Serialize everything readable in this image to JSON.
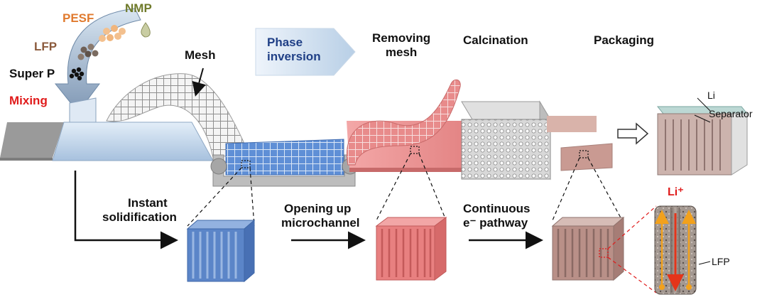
{
  "ingredients": {
    "nmp": "NMP",
    "pesf": "PESF",
    "lfp": "LFP",
    "super_p": "Super P",
    "mixing": "Mixing"
  },
  "stages": {
    "mesh": "Mesh",
    "phase_inversion_line1": "Phase",
    "phase_inversion_line2": "inversion",
    "removing_mesh_line1": "Removing",
    "removing_mesh_line2": "mesh",
    "calcination": "Calcination",
    "packaging": "Packaging"
  },
  "bottom_steps": {
    "instant_line1": "Instant",
    "instant_line2": "solidification",
    "opening_line1": "Opening up",
    "opening_line2": "microchannel",
    "continuous_line1": "Continuous",
    "continuous_line2": "e⁻ pathway"
  },
  "cell_labels": {
    "li": "Li",
    "separator": "Separator",
    "li_ion": "Li⁺",
    "lfp": "LFP"
  },
  "colors": {
    "pesf": "#e07a2e",
    "lfp": "#8b5a3c",
    "nmp": "#6f7a2a",
    "mixing": "#e01b1b",
    "li_ion": "#e01b1b",
    "phase_text": "#1f3f86",
    "blue_cube": "#5b85c8",
    "red_cube": "#e88080",
    "brown_cube": "#b99088"
  }
}
